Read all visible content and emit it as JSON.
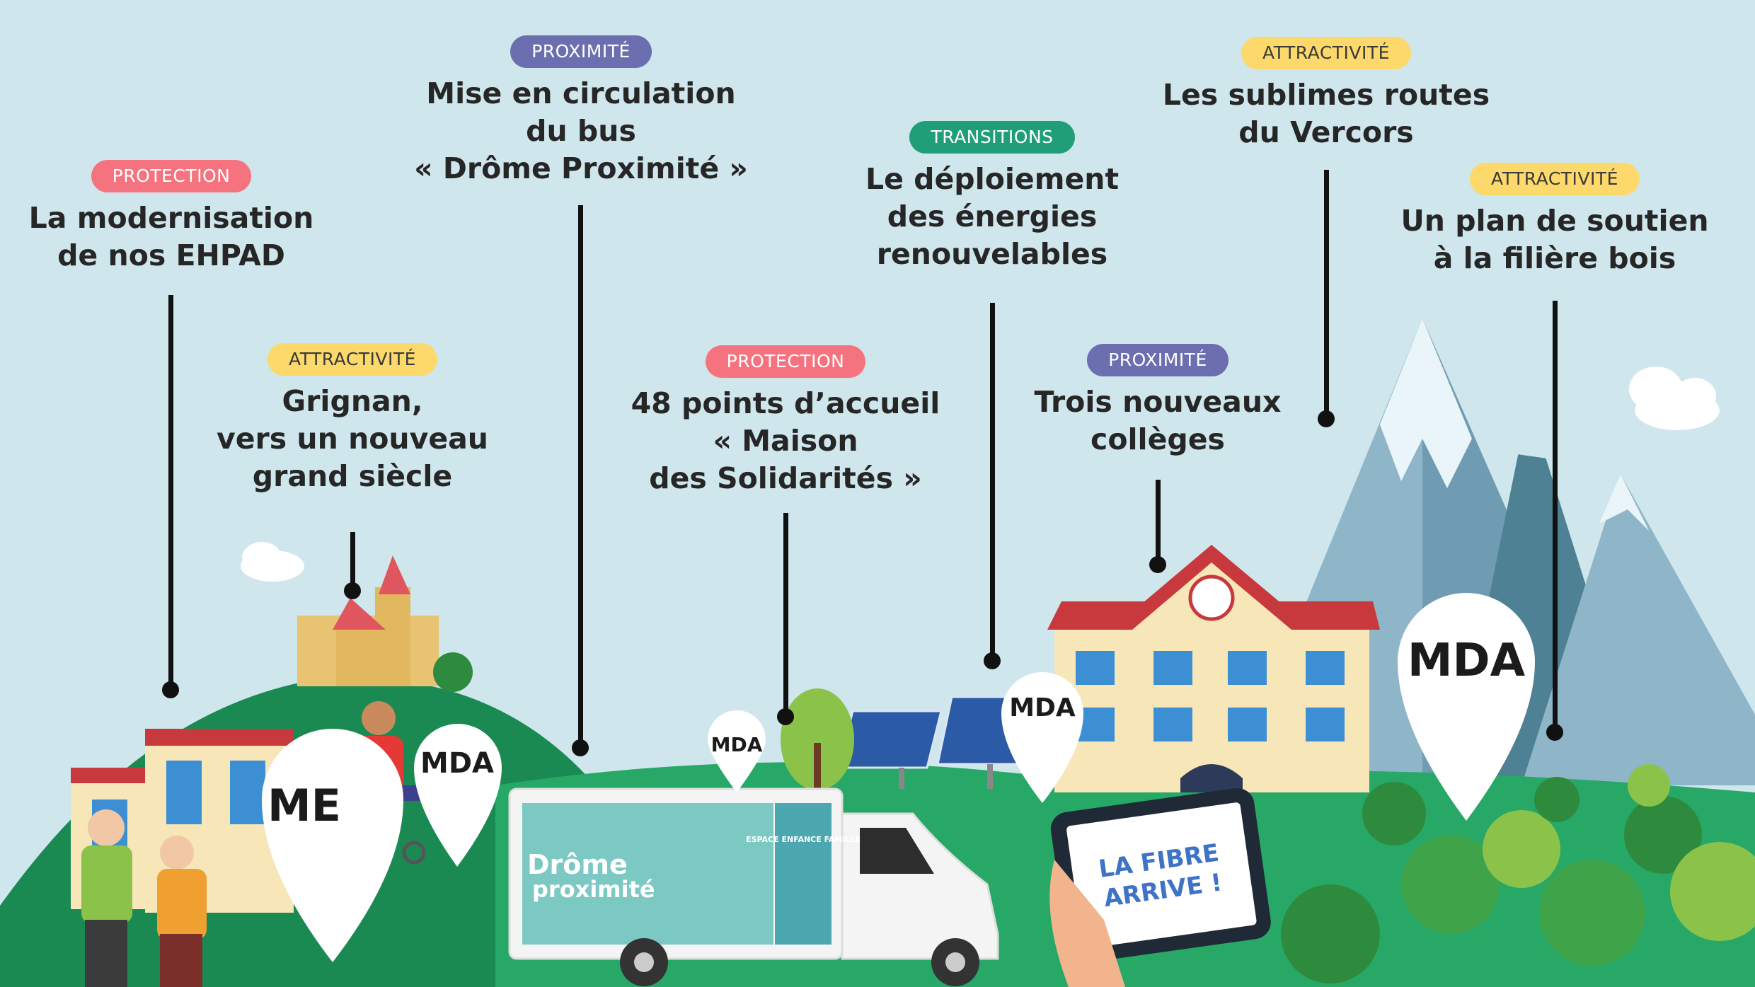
{
  "blocks": [
    {
      "id": "ehpad",
      "tag": "PROTECTION",
      "tag_color": "#f5737f",
      "title_lines": [
        "La modernisation",
        "de nos EHPAD"
      ]
    },
    {
      "id": "bus",
      "tag": "PROXIMITÉ",
      "tag_color": "#6c6faf",
      "title_lines": [
        "Mise en circulation",
        "du bus",
        "« Drôme Proximité »"
      ]
    },
    {
      "id": "grignan",
      "tag": "ATTRACTIVITÉ",
      "tag_color": "#fcd96a",
      "title_lines": [
        "Grignan,",
        "vers un nouveau",
        "grand siècle"
      ]
    },
    {
      "id": "mds",
      "tag": "PROTECTION",
      "tag_color": "#f5737f",
      "title_lines": [
        "48 points d’accueil",
        "« Maison",
        "des Solidarités »"
      ]
    },
    {
      "id": "energies",
      "tag": "TRANSITIONS",
      "tag_color": "#1f9e78",
      "title_lines": [
        "Le déploiement",
        "des énergies",
        "renouvelables"
      ]
    },
    {
      "id": "colleges",
      "tag": "PROXIMITÉ",
      "tag_color": "#6c6faf",
      "title_lines": [
        "Trois nouveaux",
        "collèges"
      ]
    },
    {
      "id": "vercors",
      "tag": "ATTRACTIVITÉ",
      "tag_color": "#fcd96a",
      "title_lines": [
        "Les sublimes routes",
        "du Vercors"
      ]
    },
    {
      "id": "bois",
      "tag": "ATTRACTIVITÉ",
      "tag_color": "#fcd96a",
      "title_lines": [
        "Un plan de soutien",
        "à la filière bois"
      ]
    }
  ],
  "scene": {
    "pins": [
      "MDA",
      "MDA",
      "MDA",
      "MDA",
      "ME"
    ],
    "bus": {
      "brand_line1": "Drôme",
      "brand_line2": "proximité",
      "side_panel": "ESPACE ENFANCE FAMILLE"
    },
    "tablet_text": [
      "LA FIBRE",
      "ARRIVE !"
    ]
  },
  "colors": {
    "sky": "#cfe6ec",
    "hill_light": "#27a866",
    "hill_dark": "#1a8a52",
    "mountain": "#7fa9bd",
    "snow": "#e9f5f8",
    "text": "#262626"
  }
}
